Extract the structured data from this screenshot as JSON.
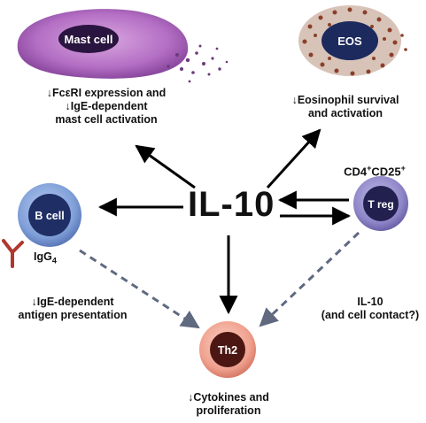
{
  "hub": {
    "label": "IL-10"
  },
  "cells": {
    "mast_cell": {
      "label": "Mast cell"
    },
    "eos": {
      "label": "EOS"
    },
    "b_cell": {
      "label": "B cell"
    },
    "t_reg": {
      "label": "T reg"
    },
    "th2": {
      "label": "Th2"
    }
  },
  "labels": {
    "mast_effect_line1": "FcεRI expression and",
    "mast_effect_line2": "IgE-dependent",
    "mast_effect_line3": "mast cell activation",
    "eos_effect_line1": "Eosinophil survival",
    "eos_effect_line2": "and activation",
    "treg_marker_base1": "CD4",
    "treg_marker_sup1": "+",
    "treg_marker_base2": "CD25",
    "treg_marker_sup2": "+",
    "igg4_base": "IgG",
    "igg4_sub": "4",
    "bcell_effect_line1": "IgE-dependent",
    "bcell_effect_line2": "antigen presentation",
    "treg_effect_line1": "IL-10",
    "treg_effect_line2": "(and cell contact?)",
    "th2_effect_line1": "Cytokines and",
    "th2_effect_line2": "proliferation",
    "down_arrow": "↓"
  },
  "colors": {
    "mast_cell": "#b46fc4",
    "eos_nucleus": "#1c2a5e",
    "eos_granules": "#8a3f2a",
    "b_cell": "#7f9fd8",
    "t_reg": "#8e86c8",
    "th2": "#f0a08e",
    "arrow_solid": "#000000",
    "arrow_dashed": "#5f6a80",
    "antibody": "#b0382c"
  }
}
